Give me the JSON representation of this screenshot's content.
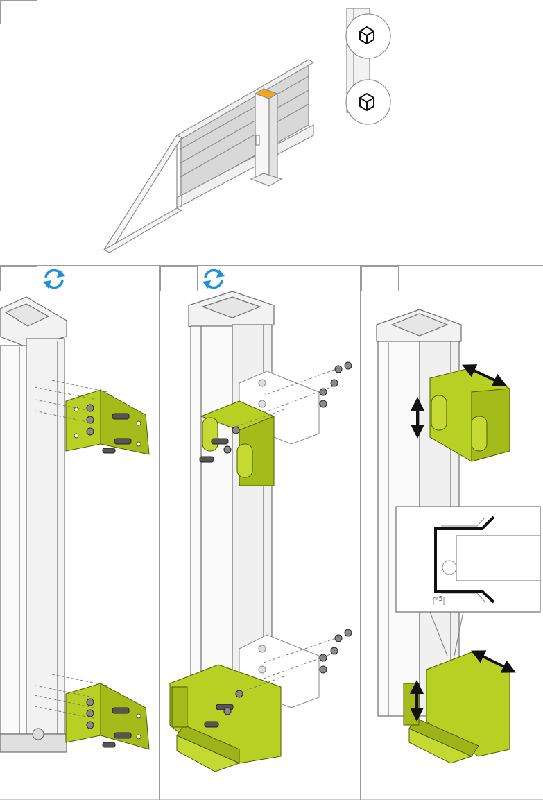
{
  "manual_page": {
    "steps": [
      {
        "id": "step-top",
        "number_box": "",
        "has_rotate_icon": false
      },
      {
        "id": "step-left",
        "number_box": "",
        "has_rotate_icon": true
      },
      {
        "id": "step-middle",
        "number_box": "",
        "has_rotate_icon": true
      },
      {
        "id": "step-right",
        "number_box": "",
        "has_rotate_icon": false
      }
    ],
    "detail_callout": {
      "dimension_label": "≈5"
    },
    "colors": {
      "bracket": "#b7d024",
      "bracket_dark": "#8fa815",
      "post_cap": "#f2a81d",
      "line": "#6e6e6e",
      "rotate_icon": "#1e90d8",
      "panel_border": "#9a9a9a"
    },
    "icons": [
      "rotate-arrows-icon",
      "cube-icon",
      "double-arrow-icon"
    ]
  }
}
